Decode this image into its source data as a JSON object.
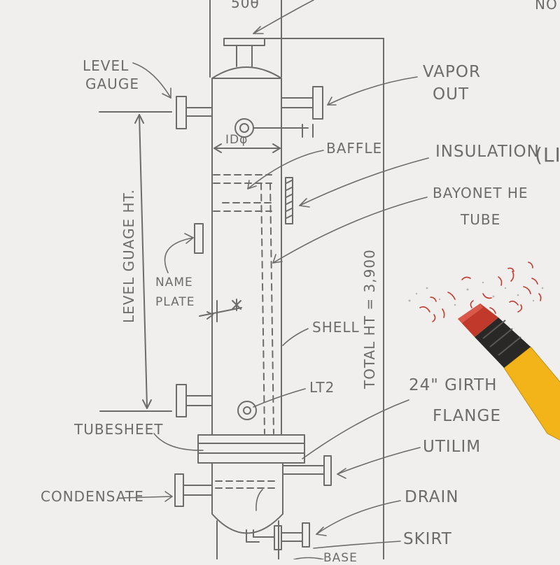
{
  "labels": {
    "top_fragment": "50θ",
    "corner_fragment": "NO",
    "level_gauge": [
      "LEVEL",
      "GAUGE"
    ],
    "vapor_out": [
      "VAPOR",
      "OUT"
    ],
    "diameter": "IDφ",
    "baffle": "BAFFLE",
    "insulation": "INSULATION",
    "insulation_paren": "(LI",
    "bayonet": [
      "BAYONET HE",
      "TUBE"
    ],
    "level_gauge_ht": "LEVEL GUAGE HT.",
    "name_plate": [
      "NAME",
      "PLATE"
    ],
    "shell": "SHELL",
    "total_ht": "TOTAL HT = 3,900",
    "lt2": "LT2",
    "girth_flange": [
      "24\" GIRTH",
      "FLANGE"
    ],
    "tubesheet": "TUBESHEET",
    "utility": "UTILIM",
    "condensate": "CONDENSATE",
    "drain": "DRAIN",
    "skirt": "SKIRT",
    "base_fragment": "BASE"
  },
  "colors": {
    "paper": "#f1efee",
    "pencil": "#6e6c6a",
    "eraser_red": "#c0392b",
    "pencil_yellow": "#f2b418"
  }
}
